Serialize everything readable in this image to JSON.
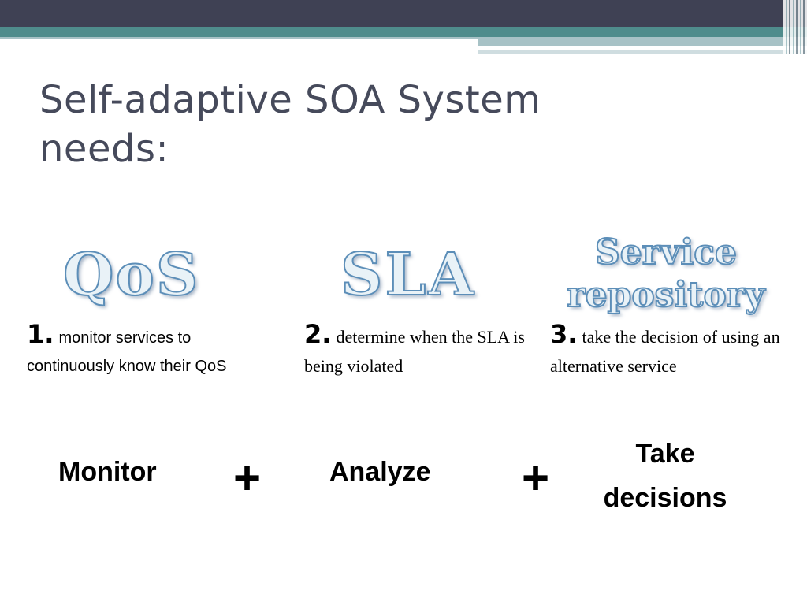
{
  "slide": {
    "title": "Self-adaptive SOA System needs:",
    "concepts": [
      {
        "label": "QoS"
      },
      {
        "label": "SLA"
      },
      {
        "label": "Service repository"
      }
    ],
    "steps": [
      {
        "number": "1.",
        "text": "monitor services to continuously know their QoS"
      },
      {
        "number": "2.",
        "text": "determine when the SLA is being violated"
      },
      {
        "number": "3.",
        "text": "take the decision of using an alternative service"
      }
    ],
    "phases": [
      "Monitor",
      "Analyze",
      "Take decisions"
    ],
    "operator": "+"
  },
  "colors": {
    "title": "#464a5b",
    "header_dark": "#3f4154",
    "header_teal": "#4f8c8c",
    "wordart_outline": "#5c8eb8"
  }
}
